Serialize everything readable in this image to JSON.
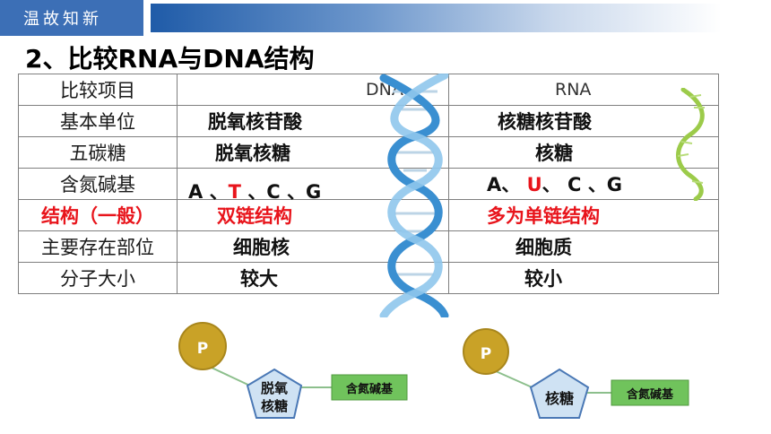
{
  "header": {
    "title": "温故知新"
  },
  "page_title": "2、比较RNA与DNA结构",
  "table": {
    "columns": [
      "比较项目",
      "DNA",
      "RNA"
    ],
    "rows": [
      {
        "label": "基本单位",
        "dna": "脱氧核苷酸",
        "rna": "核糖核苷酸"
      },
      {
        "label": "五碳糖",
        "dna": "脱氧核糖",
        "rna": "核糖"
      },
      {
        "label": "含氮碱基",
        "dna": [
          "A",
          "、",
          "T",
          "、",
          "C",
          "、",
          "G"
        ],
        "rna": [
          "A",
          "、",
          "U",
          "、",
          "C",
          "、",
          "G"
        ]
      },
      {
        "label": "结构（一般）",
        "dna": "双链结构",
        "rna": "多为单链结构"
      },
      {
        "label": "主要存在部位",
        "dna": "细胞核",
        "rna": "细胞质"
      },
      {
        "label": "分子大小",
        "dna": "较大",
        "rna": "较小"
      }
    ]
  },
  "diagram_dna": {
    "phosphate": "P",
    "sugar": [
      "脱氧",
      "核糖"
    ],
    "base": "含氮碱基"
  },
  "diagram_rna": {
    "phosphate": "P",
    "sugar": "核糖",
    "base": "含氮碱基"
  },
  "colors": {
    "header_blue": "#3c6fb6",
    "accent_red": "#e8141b",
    "phosphate_gold": "#c9a227",
    "sugar_blue": "#cfe2f3",
    "base_green": "#70c35c"
  }
}
